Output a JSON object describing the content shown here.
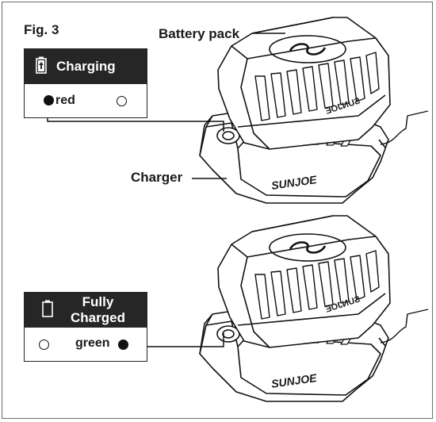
{
  "figure": {
    "label": "Fig. 3"
  },
  "callouts": {
    "battery_pack": "Battery pack",
    "charger": "Charger"
  },
  "charging_panel": {
    "title": "Charging",
    "led_label": "red"
  },
  "charged_panel": {
    "title_line1": "Fully",
    "title_line2": "Charged",
    "led_label": "green"
  },
  "brand": {
    "battery_text": "SUNJOE",
    "charger_text": "SUNJOE"
  },
  "colors": {
    "ink": "#1a1a1a",
    "panel_header": "#262626",
    "frame": "#6b6b6b"
  },
  "icons": {
    "charging_battery": "battery-charging-icon",
    "charged_battery": "battery-empty-icon"
  }
}
